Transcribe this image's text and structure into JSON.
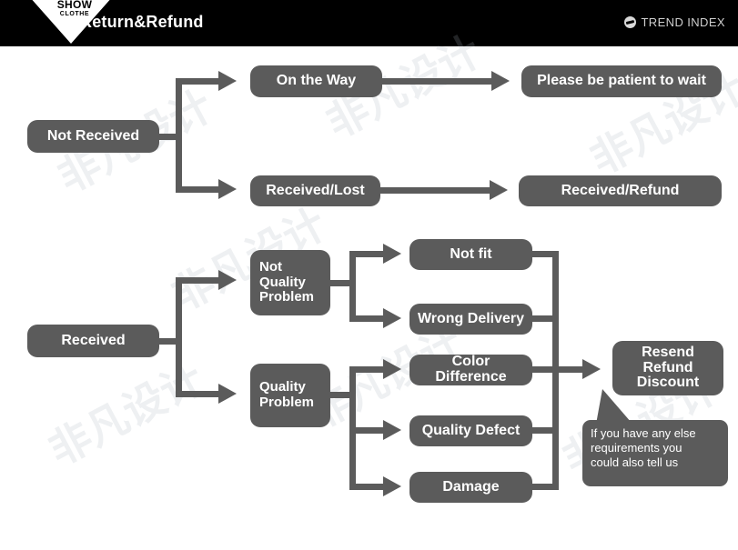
{
  "header": {
    "logo_primary": "SHOW",
    "logo_secondary": "CLOTHE",
    "title": "Return&Refund",
    "brand_name": "TREND INDEX",
    "brand_icon": "globe-icon",
    "background_color": "#000000",
    "text_color": "#ffffff"
  },
  "theme": {
    "node_fill": "#5b5b5b",
    "node_text": "#ffffff",
    "page_background": "#ffffff",
    "watermark_text": "非凡设计"
  },
  "flow_not_received": {
    "root": "Not Received",
    "branch_on_the_way": "On the Way",
    "branch_on_the_way_result": "Please be patient to wait",
    "branch_received_lost": "Received/Lost",
    "branch_received_lost_result": "Received/Refund"
  },
  "flow_received": {
    "root": "Received",
    "category_not_quality": "Not\nQuality\nProblem",
    "category_quality": "Quality\nProblem",
    "reasons_not_quality": [
      "Not fit",
      "Wrong Delivery"
    ],
    "reasons_quality": [
      "Color Difference",
      "Quality Defect",
      "Damage"
    ],
    "outcome": "Resend\nRefund\nDiscount",
    "callout": "If you have any else\nrequirements you\ncould also tell us"
  }
}
